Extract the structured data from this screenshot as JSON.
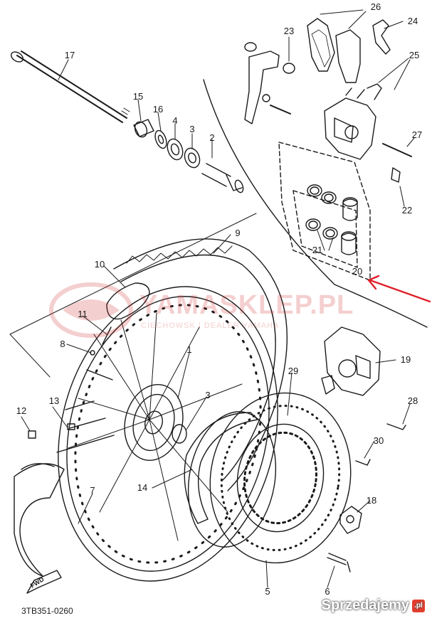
{
  "diagram": {
    "code": "3TB351-0260",
    "fwd_label": "FWD",
    "labels": [
      {
        "id": "p1",
        "text": "1"
      },
      {
        "id": "p2",
        "text": "2"
      },
      {
        "id": "p3a",
        "text": "3"
      },
      {
        "id": "p3b",
        "text": "3"
      },
      {
        "id": "p4",
        "text": "4"
      },
      {
        "id": "p5",
        "text": "5"
      },
      {
        "id": "p6",
        "text": "6"
      },
      {
        "id": "p7",
        "text": "7"
      },
      {
        "id": "p8",
        "text": "8"
      },
      {
        "id": "p9",
        "text": "9"
      },
      {
        "id": "p10",
        "text": "10"
      },
      {
        "id": "p11",
        "text": "11"
      },
      {
        "id": "p12",
        "text": "12"
      },
      {
        "id": "p13",
        "text": "13"
      },
      {
        "id": "p14",
        "text": "14"
      },
      {
        "id": "p15",
        "text": "15"
      },
      {
        "id": "p16",
        "text": "16"
      },
      {
        "id": "p17",
        "text": "17"
      },
      {
        "id": "p18",
        "text": "18"
      },
      {
        "id": "p19",
        "text": "19"
      },
      {
        "id": "p20",
        "text": "20"
      },
      {
        "id": "p21",
        "text": "21"
      },
      {
        "id": "p22",
        "text": "22"
      },
      {
        "id": "p23",
        "text": "23"
      },
      {
        "id": "p24",
        "text": "24"
      },
      {
        "id": "p25",
        "text": "25"
      },
      {
        "id": "p26",
        "text": "26"
      },
      {
        "id": "p27",
        "text": "27"
      },
      {
        "id": "p28",
        "text": "28"
      },
      {
        "id": "p29",
        "text": "29"
      },
      {
        "id": "p30",
        "text": "30"
      }
    ]
  },
  "watermark": {
    "main": "YAMASKLEP.PL",
    "sub": "CIECHOWSK | DEALER YAMAHA"
  },
  "site_badge": {
    "text": "Sprzedajemy",
    "mark": ".pl"
  },
  "colors": {
    "ink": "#1a1a1a",
    "highlight_arrow": "#e0202a",
    "watermark": "#d22a2a"
  }
}
